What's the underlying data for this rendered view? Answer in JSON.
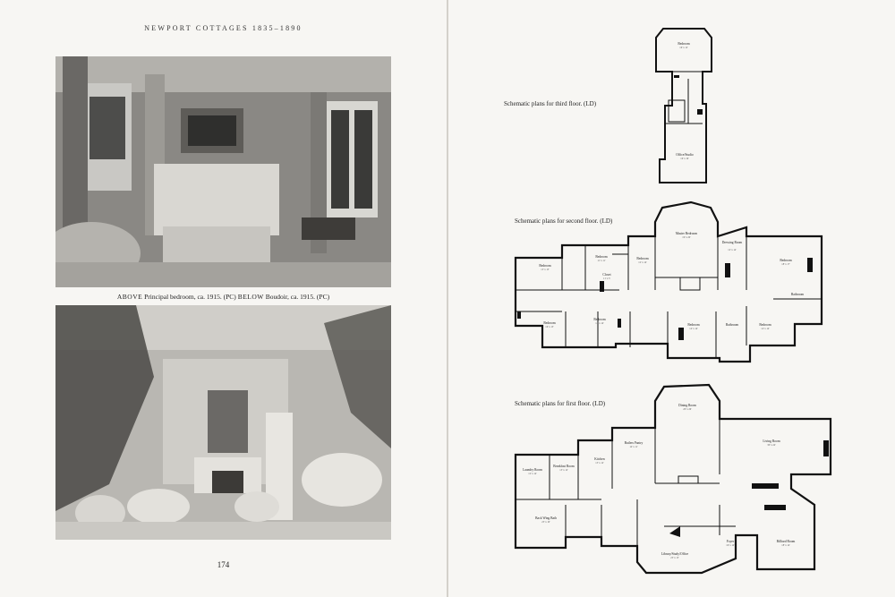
{
  "left_page": {
    "running_head": "NEWPORT COTTAGES 1835–1890",
    "caption": {
      "above_label": "ABOVE",
      "above_text": "Principal bedroom, ca. 1915. (PC)",
      "below_label": "BELOW",
      "below_text": "Boudoir, ca. 1915. (PC)"
    },
    "page_number": "174"
  },
  "right_page": {
    "plans": [
      {
        "caption": "Schematic plans for third floor. (LD)",
        "rooms": [
          {
            "name": "Bedroom",
            "dims": "16' x 12'"
          },
          {
            "name": "Office/Studio",
            "dims": "16' x 19'"
          }
        ]
      },
      {
        "caption": "Schematic plans for second floor. (LD)",
        "rooms": [
          {
            "name": "Master Bedroom",
            "dims": "19' x 20'"
          },
          {
            "name": "Dressing Room",
            "dims": "12' x 14'"
          },
          {
            "name": "Bedroom",
            "dims": "18' x 17'"
          },
          {
            "name": "Bedroom",
            "dims": "15' x 13'"
          },
          {
            "name": "Bedroom",
            "dims": "11' x 11'"
          },
          {
            "name": "Bedroom",
            "dims": "12' x 14'"
          },
          {
            "name": "Closet",
            "dims": "11' x 5'"
          },
          {
            "name": "Bathroom",
            "dims": ""
          },
          {
            "name": "Bedroom",
            "dims": "16' x 13'"
          },
          {
            "name": "Bedroom",
            "dims": "14' x 14'"
          },
          {
            "name": "Bedroom",
            "dims": "14' x 14'"
          },
          {
            "name": "Bathroom",
            "dims": ""
          },
          {
            "name": "Bedroom",
            "dims": "14' x 14'"
          }
        ]
      },
      {
        "caption": "Schematic plans for first floor. (LD)",
        "rooms": [
          {
            "name": "Dining Room",
            "dims": "20' x 26'"
          },
          {
            "name": "Living Room",
            "dims": "30' x 24'"
          },
          {
            "name": "Butlers Pantry",
            "dims": "14' x 11'"
          },
          {
            "name": "Kitchen",
            "dims": "15' x 12'"
          },
          {
            "name": "Breakfast Room",
            "dims": "13' x 12'"
          },
          {
            "name": "Laundry Room",
            "dims": "12' x 14'"
          },
          {
            "name": "Back Wing Bath",
            "dims": "25' x 10'"
          },
          {
            "name": "Library/Study/Office",
            "dims": "25' x 15'"
          },
          {
            "name": "Foyer",
            "dims": "16' x 14'"
          },
          {
            "name": "Billiard Room",
            "dims": "18' x 14'"
          }
        ]
      }
    ]
  },
  "icons": {
    "photo1": "bedroom-photo",
    "photo2": "boudoir-photo"
  }
}
